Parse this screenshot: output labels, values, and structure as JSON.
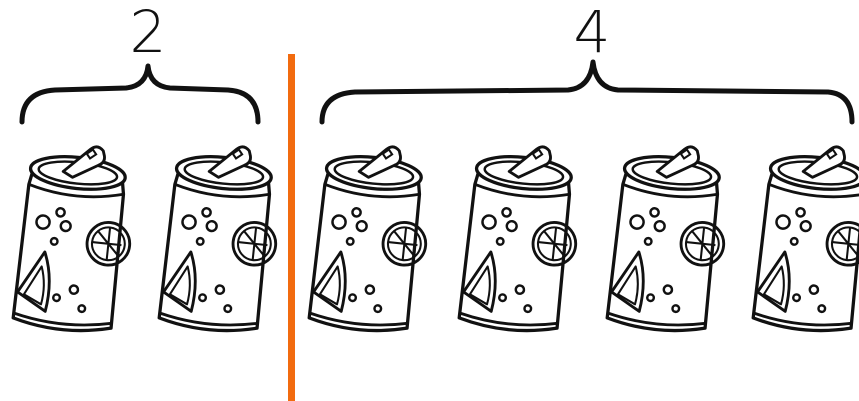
{
  "groups": [
    {
      "label": "2",
      "count": 2
    },
    {
      "label": "4",
      "count": 4
    }
  ],
  "divider_color": "#F26B0F",
  "ink_color": "#111111",
  "icons": {
    "can": "soda-can-icon",
    "brace": "curly-brace-icon"
  }
}
